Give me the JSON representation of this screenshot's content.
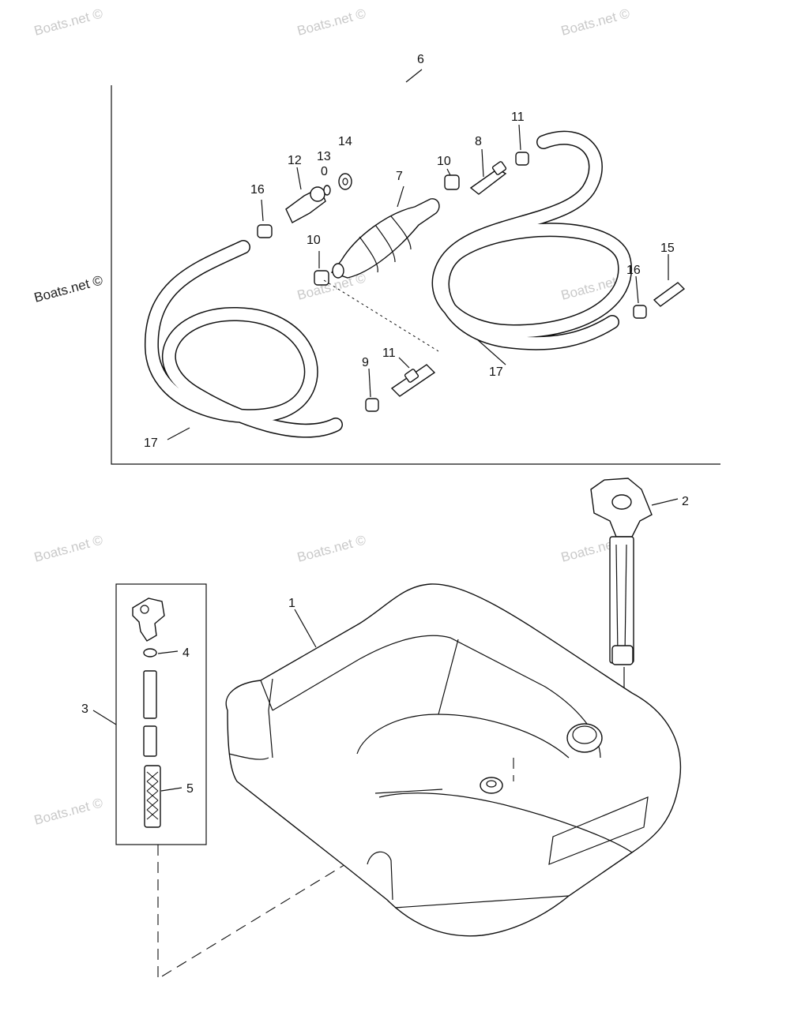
{
  "watermark": "Boats.net ©",
  "callouts": {
    "c1": "1",
    "c2": "2",
    "c3": "3",
    "c4": "4",
    "c5": "5",
    "c6": "6",
    "c7": "7",
    "c8": "8",
    "c9": "9",
    "c10a": "10",
    "c10b": "10",
    "c11a": "11",
    "c11b": "11",
    "c12": "12",
    "c13": "13",
    "c13b": "0",
    "c14": "14",
    "c15": "15",
    "c16a": "16",
    "c16b": "16",
    "c17a": "17",
    "c17b": "17"
  }
}
